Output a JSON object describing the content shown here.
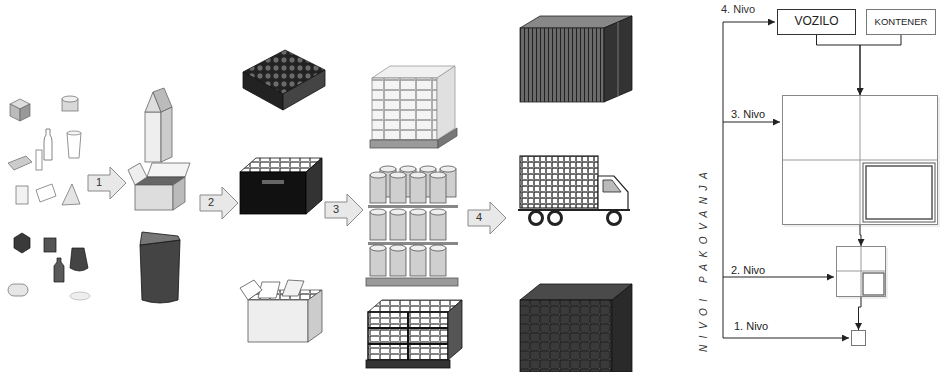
{
  "diagram": {
    "nodes": [
      {
        "text": [
          "VOZILO"
        ]
      },
      {
        "text": [
          "KONTENER"
        ]
      },
      {
        "text": [
          "3. Nivo"
        ]
      },
      {
        "text": [
          "2. Nivo"
        ]
      },
      {
        "text": [
          "1. Nivo"
        ]
      }
    ],
    "edges": [
      {
        "from": 0,
        "to": 2,
        "arrow": "to"
      },
      {
        "from": 1,
        "to": 2,
        "arrow": "to"
      },
      {
        "from": 2,
        "to": 3,
        "arrow": "to"
      },
      {
        "from": 3,
        "to": 4,
        "arrow": "to"
      }
    ],
    "labels": [
      "1",
      "2",
      "3",
      "4",
      "4. Nivo",
      "NIVOI PAKOVANJA"
    ]
  }
}
